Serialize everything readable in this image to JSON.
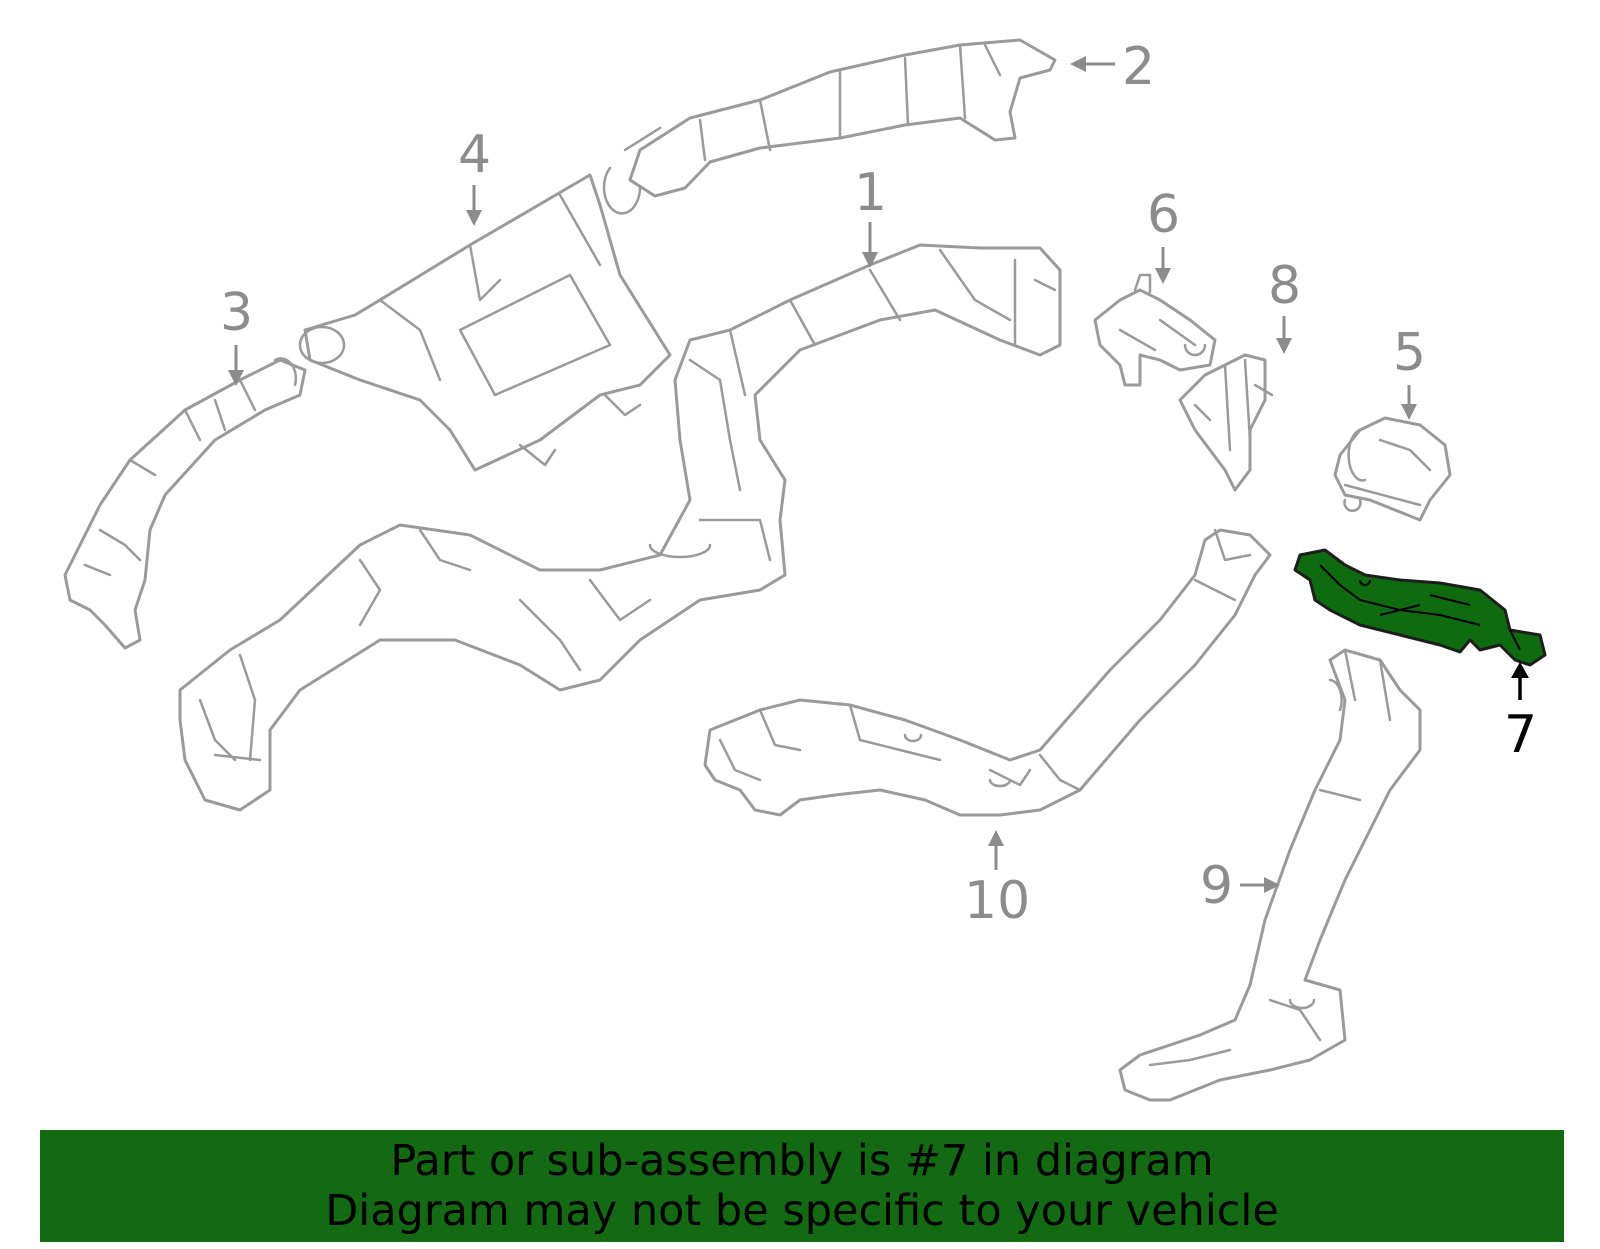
{
  "callouts": [
    {
      "id": "1",
      "label": "1"
    },
    {
      "id": "2",
      "label": "2"
    },
    {
      "id": "3",
      "label": "3"
    },
    {
      "id": "4",
      "label": "4"
    },
    {
      "id": "5",
      "label": "5"
    },
    {
      "id": "6",
      "label": "6"
    },
    {
      "id": "7",
      "label": "7"
    },
    {
      "id": "8",
      "label": "8"
    },
    {
      "id": "9",
      "label": "9"
    },
    {
      "id": "10",
      "label": "10"
    }
  ],
  "highlighted_part": "7",
  "colors": {
    "highlight": "#0f6b0f",
    "banner": "#136a13",
    "outline": "#9a9a9a"
  },
  "banner": {
    "line1": "Part or sub-assembly is #7 in diagram",
    "line2": "Diagram may not be specific to your vehicle"
  }
}
